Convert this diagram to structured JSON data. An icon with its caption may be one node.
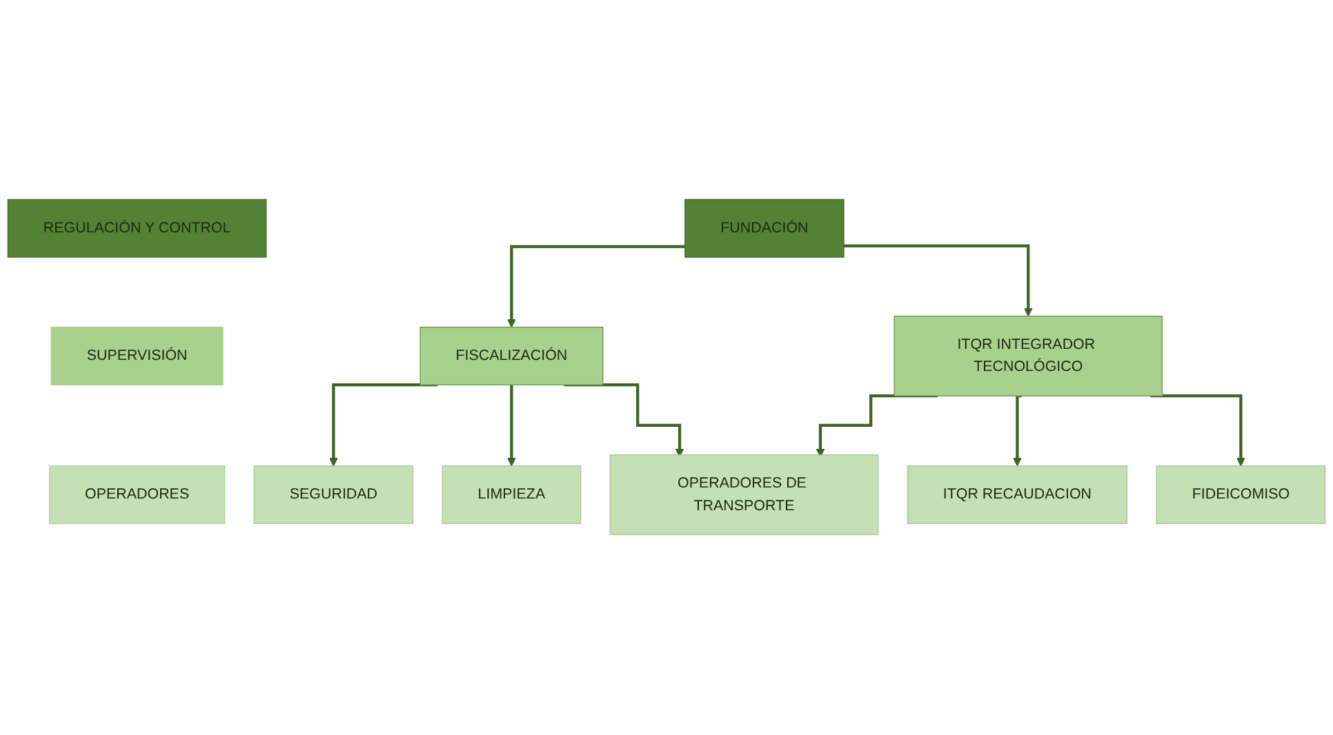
{
  "diagram": {
    "nodes": [
      {
        "text": [
          "REGULACIÓN Y CONTROL"
        ]
      },
      {
        "text": [
          "SUPERVISIÓN"
        ]
      },
      {
        "text": [
          "OPERADORES"
        ]
      },
      {
        "text": [
          "FUNDACIÓN"
        ]
      },
      {
        "text": [
          "FISCALIZACIÓN"
        ]
      },
      {
        "text": [
          "ITQR INTEGRADOR TECNOLÓGICO"
        ]
      },
      {
        "text": [
          "SEGURIDAD"
        ]
      },
      {
        "text": [
          "LIMPIEZA"
        ]
      },
      {
        "text": [
          "OPERADORES DE TRANSPORTE"
        ]
      },
      {
        "text": [
          "ITQR RECAUDACION"
        ]
      },
      {
        "text": [
          "FIDEICOMISO"
        ]
      }
    ],
    "edges": [
      {
        "from": 3,
        "to": 4,
        "arrow": "to"
      },
      {
        "from": 3,
        "to": 5,
        "arrow": "to"
      },
      {
        "from": 4,
        "to": 6,
        "arrow": "to"
      },
      {
        "from": 4,
        "to": 7,
        "arrow": "to"
      },
      {
        "from": 4,
        "to": 8,
        "arrow": "to"
      },
      {
        "from": 5,
        "to": 8,
        "arrow": "to"
      },
      {
        "from": 5,
        "to": 9,
        "arrow": "to"
      },
      {
        "from": 5,
        "to": 10,
        "arrow": "to"
      }
    ]
  }
}
